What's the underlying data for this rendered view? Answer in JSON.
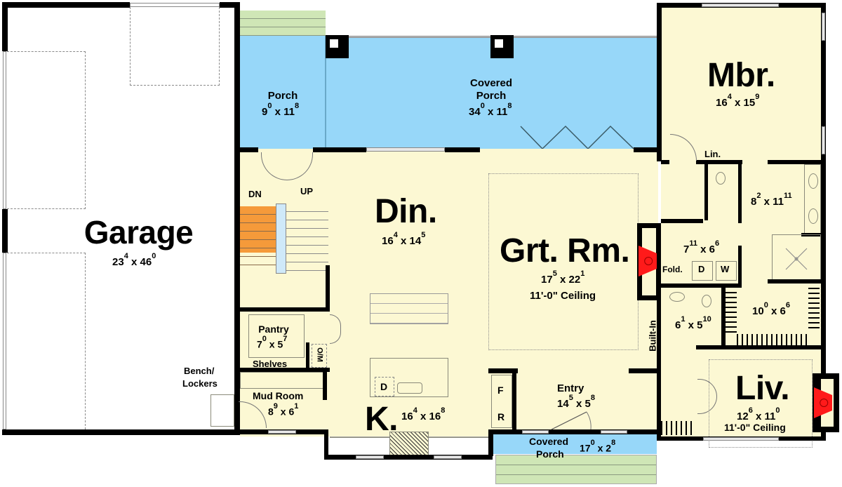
{
  "plan": {
    "colors": {
      "interior": "#fcf8d3",
      "porch": "#97d7f9",
      "steps": "#cfe6b6",
      "garage": "#ffffff",
      "fireplace": "#ff1a1a",
      "stair_down": "#f59a3a",
      "wall": "#000000"
    },
    "rooms": {
      "garage": {
        "name": "Garage",
        "w": "23",
        "w_in": "4",
        "d": "46",
        "d_in": "0"
      },
      "porch": {
        "name": "Porch",
        "w": "9",
        "w_in": "0",
        "d": "11",
        "d_in": "8"
      },
      "covered_porch_rear": {
        "name_line1": "Covered",
        "name_line2": "Porch",
        "w": "34",
        "w_in": "0",
        "d": "11",
        "d_in": "8"
      },
      "master_bedroom": {
        "name": "Mbr.",
        "w": "16",
        "w_in": "4",
        "d": "15",
        "d_in": "9"
      },
      "linen": {
        "name": "Lin."
      },
      "master_bath": {
        "w": "8",
        "w_in": "2",
        "d": "11",
        "d_in": "11"
      },
      "laundry": {
        "w": "7",
        "w_in": "11",
        "d": "6",
        "d_in": "6",
        "fold": "Fold.",
        "dryer": "D",
        "washer": "W"
      },
      "dining": {
        "name": "Din.",
        "w": "16",
        "w_in": "4",
        "d": "14",
        "d_in": "5"
      },
      "great_room": {
        "name": "Grt. Rm.",
        "w": "17",
        "w_in": "5",
        "d": "22",
        "d_in": "1",
        "ceiling": "11'-0\" Ceiling"
      },
      "built_in": {
        "name": "Built-In"
      },
      "stairs": {
        "down": "DN",
        "up": "UP"
      },
      "walk_in_closet": {
        "w": "10",
        "w_in": "0",
        "d": "6",
        "d_in": "6"
      },
      "half_bath": {
        "w": "6",
        "w_in": "1",
        "d": "5",
        "d_in": "10"
      },
      "pantry": {
        "name": "Pantry",
        "w": "7",
        "w_in": "0",
        "d": "5",
        "d_in": "7",
        "shelves": "Shelves"
      },
      "oven_microwave": {
        "name": "O/M"
      },
      "mud_room": {
        "name": "Mud Room",
        "w": "8",
        "w_in": "9",
        "d": "6",
        "d_in": "1"
      },
      "bench_lockers": {
        "line1": "Bench/",
        "line2": "Lockers"
      },
      "kitchen": {
        "name": "K.",
        "w": "16",
        "w_in": "4",
        "d": "16",
        "d_in": "8",
        "dishwasher": "D"
      },
      "fridge_freezer": {
        "freezer": "F",
        "refrigerator": "R"
      },
      "entry": {
        "name": "Entry",
        "w": "14",
        "w_in": "5",
        "d": "5",
        "d_in": "8"
      },
      "covered_porch_front": {
        "name_line1": "Covered",
        "name_line2": "Porch",
        "w": "17",
        "w_in": "0",
        "d": "2",
        "d_in": "8"
      },
      "living": {
        "name": "Liv.",
        "w": "12",
        "w_in": "6",
        "d": "11",
        "d_in": "0",
        "ceiling": "11'-0\" Ceiling"
      }
    }
  }
}
